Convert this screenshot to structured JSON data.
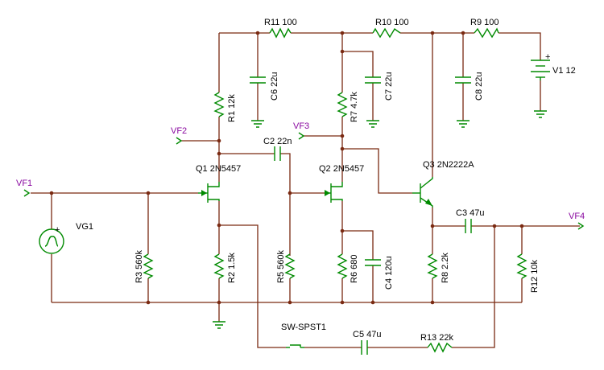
{
  "title": "",
  "colors": {
    "wire": "#7a2a12",
    "component": "#008a00",
    "probe_label": "#8a0aa0",
    "text": "#000000"
  },
  "labels": {
    "r11": "R11 100",
    "r10": "R10 100",
    "r9": "R9 100",
    "v1": "V1 12",
    "r1": "R1 12k",
    "c6": "C6 22u",
    "c7": "C7 22u",
    "c8": "C8 22u",
    "r7": "R7 4.7k",
    "c2": "C2 22n",
    "q1": "Q1 2N5457",
    "q2": "Q2 2N5457",
    "q3": "Q3 2N2222A",
    "c3": "C3 47u",
    "vg1": "VG1",
    "r3": "R3 560k",
    "r2": "R2 1.5k",
    "r5": "R5 560k",
    "r6": "R6 680",
    "c4": "C4 120u",
    "r8": "R8 2.2k",
    "r12": "R12 10k",
    "sw": "SW-SPST1",
    "c5": "C5 47u",
    "r13": "R13 22k",
    "plus": "+"
  },
  "probes": {
    "vf1": "VF1",
    "vf2": "VF2",
    "vf3": "VF3",
    "vf4": "VF4"
  }
}
